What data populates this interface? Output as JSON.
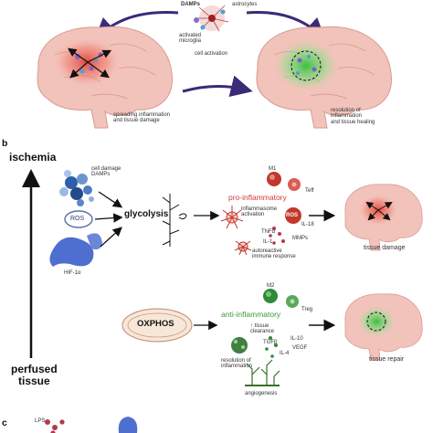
{
  "panel_a": {
    "damps": "DAMPs",
    "astrocytes": "astrocytes",
    "activated_microglia": "activated\nmicroglia",
    "cell_activation": "cell activation",
    "left_caption": "spreading inflammation\nand tissue damage",
    "right_caption": "resolution of\ninflammation\nand tissue healing"
  },
  "panel_b": {
    "letter": "b",
    "axis_top": "ischemia",
    "axis_bottom": "perfused\ntissue",
    "cell_damage": "cell damage\nDAMPs",
    "ros_left": "ROS",
    "hif": "HIF-1α",
    "glycolysis": "glycolysis",
    "m1": "M1",
    "teff": "Teff",
    "pro_inflammatory": "pro-inflammatory",
    "inflammasome": "inflammasome\nactivation",
    "ros_right": "ROS",
    "il18": "IL-18",
    "tnfa": "TNFα",
    "mmps": "MMPs",
    "il1": "IL-1",
    "autoreactive": "autoreactive\nimmune response",
    "tissue_damage": "tissue damage",
    "oxphos": "OXPHOS",
    "m2": "M2",
    "treg": "Treg",
    "anti_inflammatory": "anti-inflammatory",
    "tissue_clearance": "↑ tissue\nclearance",
    "tgfb": "TGFβ",
    "il10": "IL-10",
    "il4": "IL-4",
    "vegf": "VEGF",
    "resolution": "resolution of\ninflammation",
    "angiogenesis": "angiogenesis",
    "tissue_repair": "tissue repair"
  },
  "panel_c": {
    "letter": "c",
    "lps": "LPS"
  },
  "colors": {
    "arrow_purple": "#3b2a78",
    "brain_pink": "#f2c3bb",
    "pro_red": "#d23a3a",
    "anti_green": "#3e9a36"
  }
}
